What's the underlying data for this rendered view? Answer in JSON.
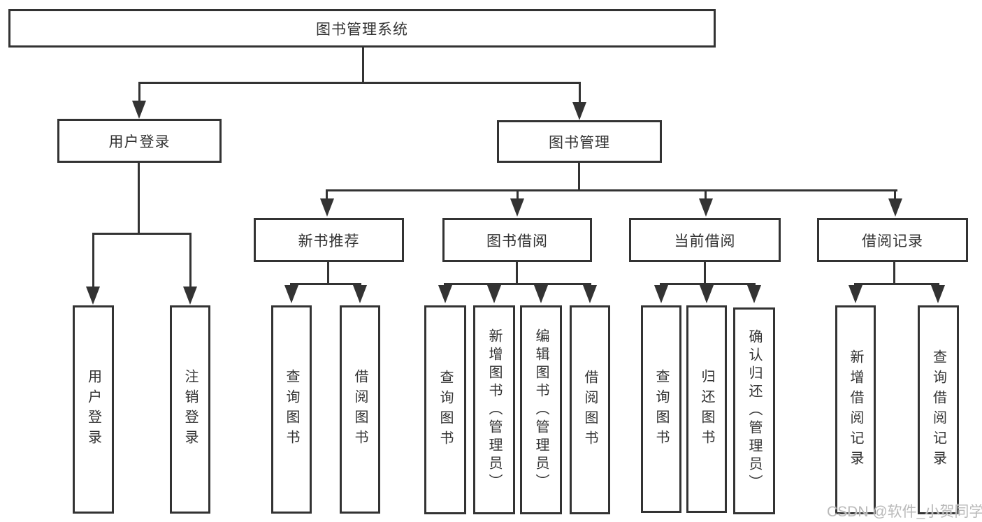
{
  "diagram": {
    "title": "图书管理系统",
    "colors": {
      "line": "#333333",
      "text": "#333333",
      "box_background": "#ffffff",
      "watermark": "#b9b9b9"
    },
    "root": {
      "label": "图书管理系统"
    },
    "level1": {
      "user_login": {
        "label": "用户登录"
      },
      "book_mgmt": {
        "label": "图书管理"
      }
    },
    "level2": {
      "new_books": {
        "label": "新书推荐"
      },
      "book_borrow": {
        "label": "图书借阅"
      },
      "current_borrow": {
        "label": "当前借阅"
      },
      "borrow_records": {
        "label": "借阅记录"
      }
    },
    "leaves": {
      "user_login": [
        "用户登录",
        "注销登录"
      ],
      "new_books": [
        "查询图书",
        "借阅图书"
      ],
      "book_borrow": [
        "查询图书",
        "新增图书（管理员）",
        "编辑图书（管理员）",
        "借阅图书"
      ],
      "current_borrow": [
        "查询图书",
        "归还图书",
        "确认归还（管理员）"
      ],
      "borrow_records": [
        "新增借阅记录",
        "查询借阅记录"
      ]
    },
    "watermark": "CSDN @软件_小贺同学"
  }
}
